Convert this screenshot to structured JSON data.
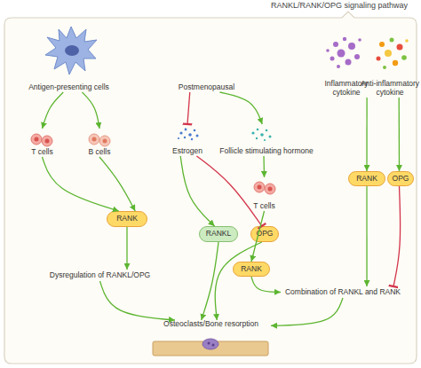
{
  "diagram": {
    "title": "RANKL/RANK/OPG signaling pathway",
    "nodes": [
      {
        "text": [
          "Antigen-presenting cells"
        ]
      },
      {
        "text": [
          "Postmenopausal"
        ]
      },
      {
        "text": [
          "Inflammatory cytokine"
        ]
      },
      {
        "text": [
          "Anti-inflammatory cytokine"
        ]
      },
      {
        "text": [
          "T cells"
        ]
      },
      {
        "text": [
          "B cells"
        ]
      },
      {
        "text": [
          "Estrogen"
        ]
      },
      {
        "text": [
          "Follicle stimulating hormone"
        ]
      },
      {
        "text": [
          "RANK"
        ]
      },
      {
        "text": [
          "OPG"
        ]
      },
      {
        "text": [
          "T cells"
        ]
      },
      {
        "text": [
          "RANK"
        ]
      },
      {
        "text": [
          "RANKL"
        ]
      },
      {
        "text": [
          "OPG"
        ]
      },
      {
        "text": [
          "RANK"
        ]
      },
      {
        "text": [
          "Dysregulation of RANKL/OPG"
        ]
      },
      {
        "text": [
          "Combination of RANKL and RANK"
        ]
      },
      {
        "text": [
          "Osteoclasts/Bone resorption"
        ]
      }
    ],
    "edges": [
      {
        "from": 0,
        "to": 4,
        "arrow": "to"
      },
      {
        "from": 0,
        "to": 5,
        "arrow": "to"
      },
      {
        "from": 1,
        "to": 6,
        "arrow": "to"
      },
      {
        "from": 1,
        "to": 7,
        "arrow": "to"
      },
      {
        "from": 2,
        "to": 8,
        "arrow": "to"
      },
      {
        "from": 3,
        "to": 9,
        "arrow": "to"
      },
      {
        "from": 4,
        "to": 11,
        "arrow": "to"
      },
      {
        "from": 5,
        "to": 11,
        "arrow": "to"
      },
      {
        "from": 11,
        "to": 15,
        "arrow": "to"
      },
      {
        "from": 6,
        "to": 12,
        "arrow": "to"
      },
      {
        "from": 6,
        "to": 13,
        "arrow": "to"
      },
      {
        "from": 7,
        "to": 10,
        "arrow": "to"
      },
      {
        "from": 10,
        "to": 14,
        "arrow": "to"
      },
      {
        "from": 15,
        "to": 17,
        "arrow": "to"
      },
      {
        "from": 12,
        "to": 17,
        "arrow": "to"
      },
      {
        "from": 13,
        "to": 17,
        "arrow": "to"
      },
      {
        "from": 14,
        "to": 16,
        "arrow": "to"
      },
      {
        "from": 8,
        "to": 16,
        "arrow": "to"
      },
      {
        "from": 9,
        "to": 16,
        "arrow": "to"
      },
      {
        "from": 16,
        "to": 17,
        "arrow": "to"
      }
    ]
  }
}
